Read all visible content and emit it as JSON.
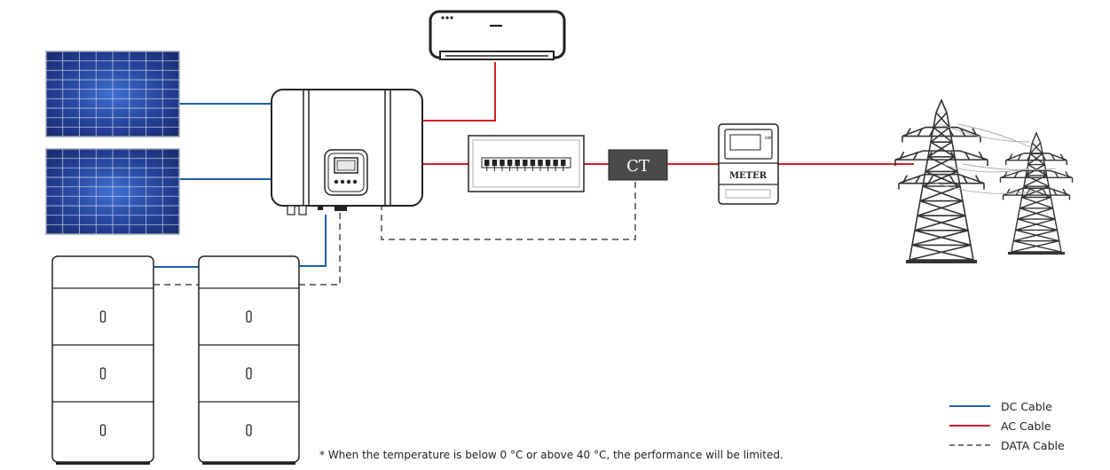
{
  "ct_label": "CT",
  "meter_label": "METER",
  "meter_display_tag": "kWh",
  "legend": {
    "dc": {
      "label": "DC Cable",
      "color": "#1f5fad"
    },
    "ac": {
      "label": "AC Cable",
      "color": "#d32027"
    },
    "data": {
      "label": "DATA Cable",
      "color": "#777777"
    }
  },
  "note": "* When the temperature is below 0 °C or above 40 °C, the performance will be limited.",
  "icons": [
    "solar-panel-icon",
    "inverter-icon",
    "air-conditioner-icon",
    "breaker-panel-icon",
    "ct-icon",
    "meter-icon",
    "transmission-tower-icon",
    "battery-stack-icon"
  ]
}
